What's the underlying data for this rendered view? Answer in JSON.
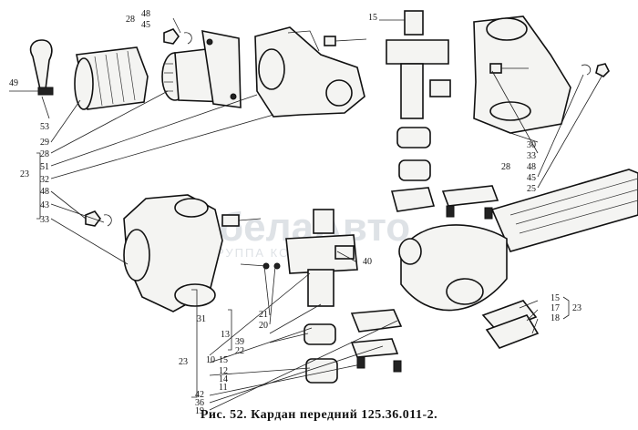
{
  "caption": "Рис. 52. Кардан передний 125.36.011-2.",
  "watermark": {
    "brand": "белаАвто",
    "sub": "ГРУППА КОМПАНИЙ"
  },
  "labels": {
    "l28a": "28",
    "l48a": "48",
    "l45a": "45",
    "l49": "49",
    "l53": "53",
    "l29": "29",
    "l28b": "28",
    "l51a": "51",
    "l32a": "32",
    "l23a": "23",
    "l48b": "48",
    "l43": "43",
    "l33a": "33",
    "l15a": "15",
    "l30": "30",
    "l33b": "33",
    "l28c": "28",
    "l48c": "48",
    "l45b": "45",
    "l25": "25",
    "l40": "40",
    "l21": "21",
    "l20": "20",
    "l13": "13",
    "l39": "39",
    "l22": "22",
    "l31": "31",
    "l23b": "23",
    "l10": "10",
    "l15b": "15",
    "l12": "12",
    "l14": "14",
    "l11": "11",
    "l42": "42",
    "l36": "36",
    "l19": "19",
    "l15c": "15",
    "l17": "17",
    "l18": "18",
    "l23c": "23"
  }
}
